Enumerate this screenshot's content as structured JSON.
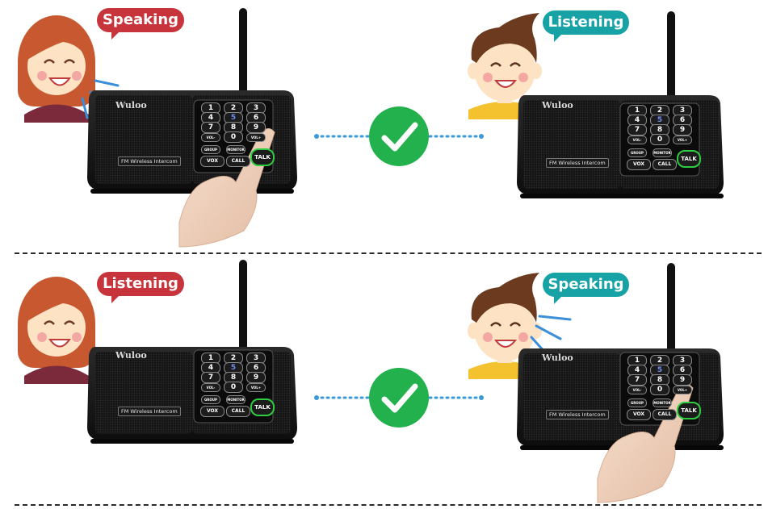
{
  "panels": [
    {
      "left_state": "Speaking",
      "right_state": "Listening"
    },
    {
      "left_state": "Listening",
      "right_state": "Speaking"
    }
  ],
  "device": {
    "brand": "Wuloo",
    "model": "FM Wireless Intercom",
    "keys": [
      "1",
      "2",
      "3",
      "4",
      "5",
      "6",
      "7",
      "8",
      "9",
      "VOL-",
      "0",
      "VOL+",
      "GROUP",
      "MONITOR",
      "VOX",
      "CALL",
      "TALK"
    ]
  },
  "colors": {
    "speaking_bubble": "#c7343c",
    "listening_bubble": "#17a3a6",
    "check": "#22b14c",
    "link_dots": "#3a9ad9"
  }
}
